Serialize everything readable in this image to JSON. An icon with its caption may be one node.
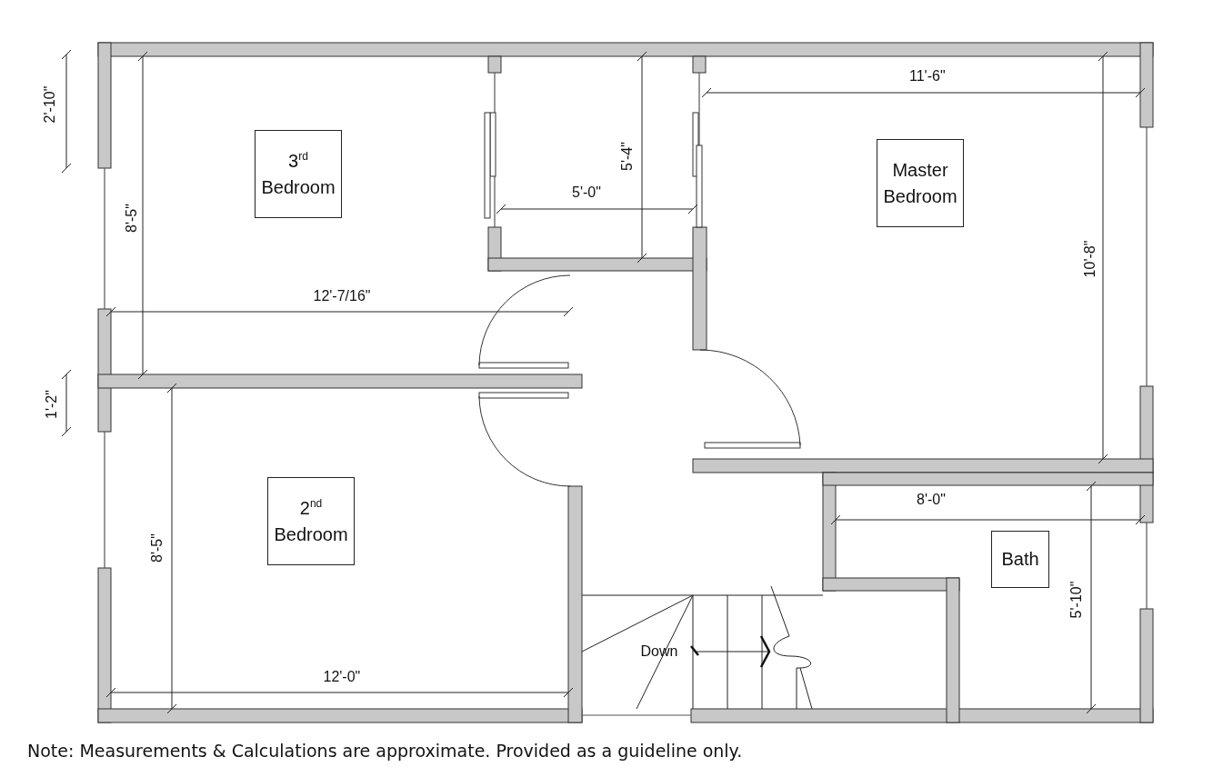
{
  "diagram": {
    "caption": "Note: Measurements & Calculations are approximate. Provided as a guideline only.",
    "nodes": [
      {
        "text": [
          "3$^{rd}$ Bedroom"
        ]
      },
      {
        "text": [
          "Master Bedroom"
        ]
      },
      {
        "text": [
          "2$^{nd}$ Bedroom"
        ]
      },
      {
        "text": [
          "Bath"
        ]
      }
    ],
    "labels": [
      "2'-10\"",
      "8'-5\"",
      "5'-4\"",
      "11'-6\"",
      "5'-0\"",
      "12'-7/16\"",
      "10'-8\"",
      "1'-2\"",
      "8'-0\"",
      "8'-5\"",
      "5'-10\"",
      "Down",
      "12'-0\""
    ]
  }
}
